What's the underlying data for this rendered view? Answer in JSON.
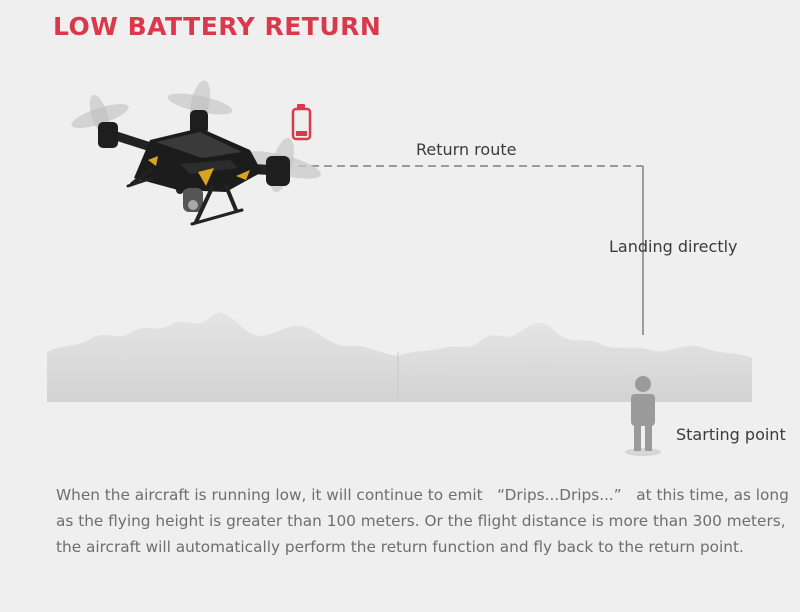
{
  "title": "LOW BATTERY RETURN",
  "labels": {
    "return_route": "Return route",
    "landing_directly": "Landing directly",
    "starting_point": "Starting point"
  },
  "description": "When the aircraft is running low, it will continue to emit   “Drips...Drips...”   at this time, as long as the flying height is greater than 100 meters. Or the flight distance is more than 300 meters, the aircraft will automatically perform the return function and fly back to the return point.",
  "icons": {
    "battery": "low-battery-icon",
    "drone": "drone-icon",
    "person": "person-icon"
  },
  "colors": {
    "accent": "#d83a4c",
    "background": "#efefef",
    "route_line": "#9a9a9a",
    "text": "#3b3b3b",
    "body_text": "#6e6e6e"
  }
}
